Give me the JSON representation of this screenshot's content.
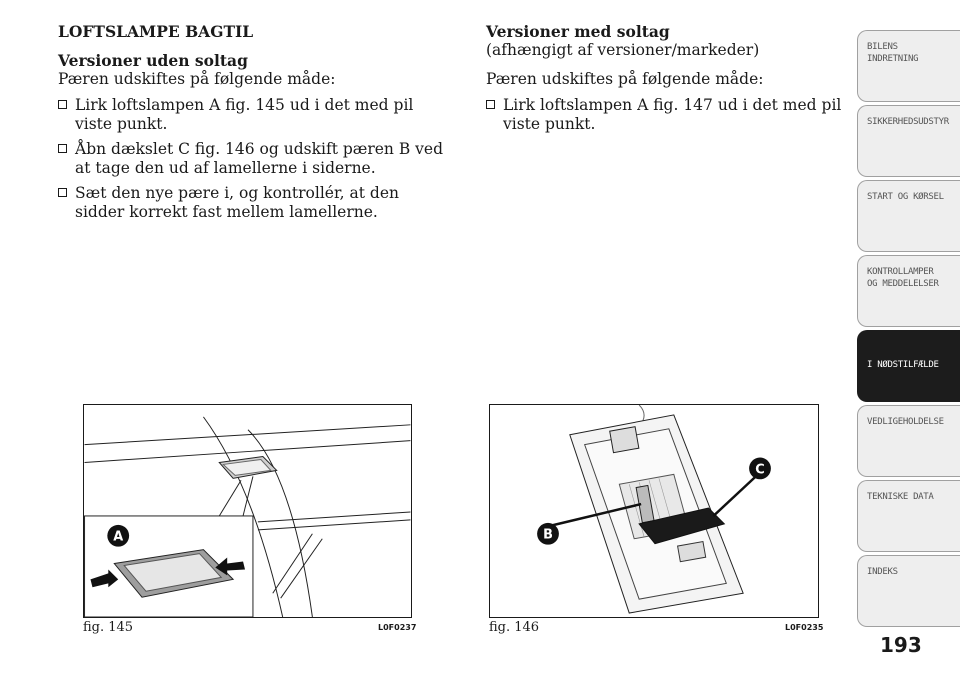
{
  "left": {
    "title": "LOFTSLAMPE BAGTIL",
    "subtitle": "Versioner uden soltag",
    "intro": "Pæren udskiftes på følgende måde:",
    "bullets": [
      "Lirk loftslampen A fig. 145 ud i det med pil viste punkt.",
      "Åbn dækslet C fig. 146 og udskift pæren B ved at tage den ud af lamellerne i siderne.",
      "Sæt den nye pære i, og kontrollér, at den sidder korrekt fast mellem lamellerne."
    ]
  },
  "right": {
    "subtitle": "Versioner med soltag",
    "subnote": "(afhængigt af versioner/markeder)",
    "intro": "Pæren udskiftes på følgende måde:",
    "bullets": [
      "Lirk loftslampen A fig. 147 ud i det med pil viste punkt."
    ]
  },
  "figures": [
    {
      "label": "fig. 145",
      "code": "L0F0237",
      "callouts": [
        "A"
      ]
    },
    {
      "label": "fig. 146",
      "code": "L0F0235",
      "callouts": [
        "B",
        "C"
      ]
    }
  ],
  "tabs": [
    {
      "label": "BILENS\nINDRETNING",
      "active": false
    },
    {
      "label": "SIKKERHEDSUDSTYR",
      "active": false
    },
    {
      "label": "START OG KØRSEL",
      "active": false
    },
    {
      "label": "KONTROLLAMPER\nOG MEDDELELSER",
      "active": false
    },
    {
      "label": "I NØDSTILFÆLDE",
      "active": true
    },
    {
      "label": "VEDLIGEHOLDELSE",
      "active": false
    },
    {
      "label": "TEKNISKE DATA",
      "active": false
    },
    {
      "label": "INDEKS",
      "active": false
    }
  ],
  "page_number": "193"
}
